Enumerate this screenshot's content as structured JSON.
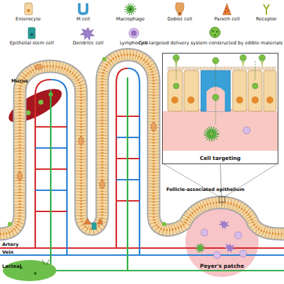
{
  "diagram": {
    "nodes": [
      {
        "text": [
          "Cell targeting"
        ]
      },
      {
        "text": [
          "Peyer's patche"
        ]
      }
    ],
    "edges": [
      {
        "from": 0,
        "to": 1,
        "arrow": "none"
      }
    ],
    "labels": [
      "Mucus",
      "Follicle-associated epithelium",
      "Artery",
      "Vein",
      "Lacteal"
    ],
    "legend": [
      {
        "text": "Enterocyte"
      },
      {
        "text": "M cell"
      },
      {
        "text": "Macrophage"
      },
      {
        "text": "Goblet cell"
      },
      {
        "text": "Paneth cell"
      },
      {
        "text": "Receptor"
      },
      {
        "text": "Epithelial stem cell"
      },
      {
        "text": "Dendritic cell"
      },
      {
        "text": "Lymphocyte"
      },
      {
        "text": "Cell-targeted delivery system constructed by edible materials"
      }
    ]
  }
}
